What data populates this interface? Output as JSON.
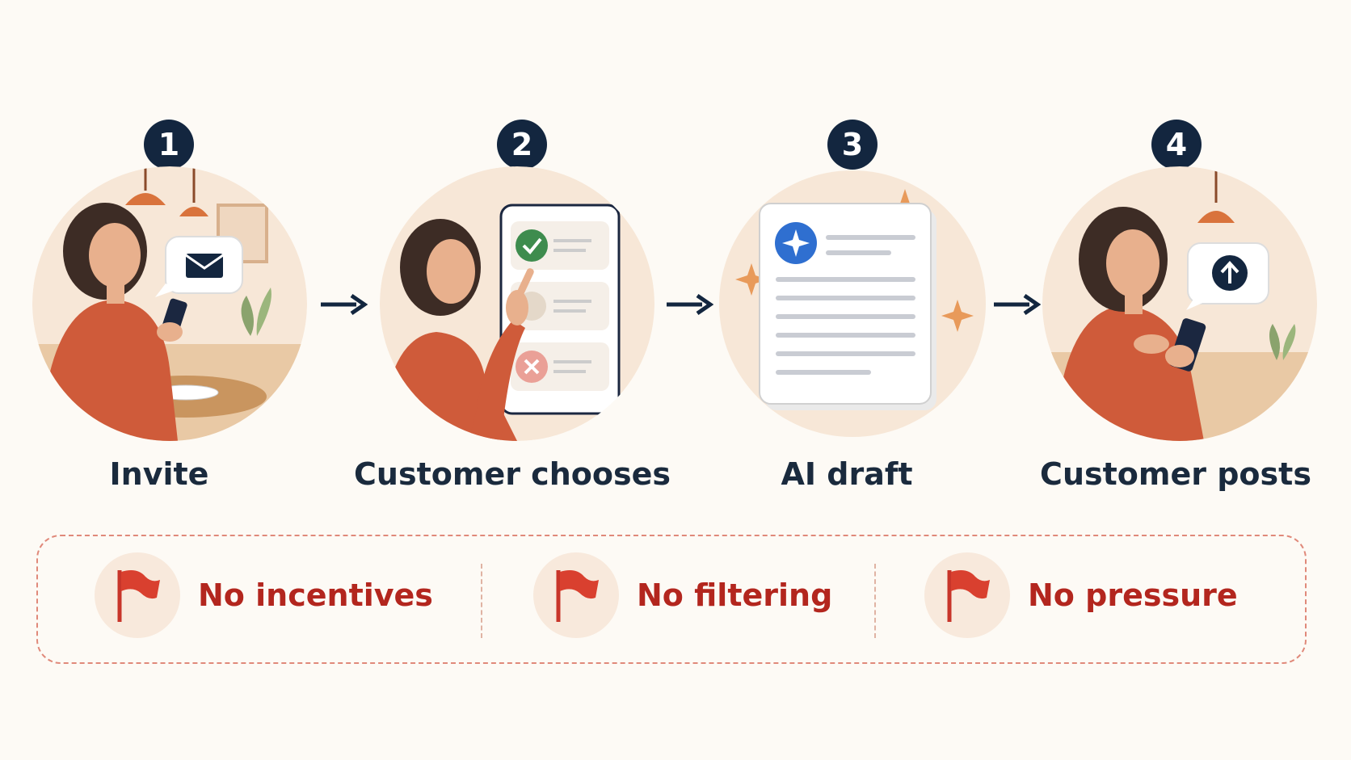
{
  "steps": [
    {
      "number": "1",
      "label": "Invite"
    },
    {
      "number": "2",
      "label": "Customer chooses"
    },
    {
      "number": "3",
      "label": "AI draft"
    },
    {
      "number": "4",
      "label": "Customer posts"
    }
  ],
  "rules": [
    {
      "text": "No incentives"
    },
    {
      "text": "No filtering"
    },
    {
      "text": "No pressure"
    }
  ],
  "colors": {
    "badge": "#13263f",
    "rule_text": "#b3261e",
    "flag": "#d9402f",
    "shirt": "#cf5b3a",
    "scene_bg": "#f7e7d7"
  }
}
